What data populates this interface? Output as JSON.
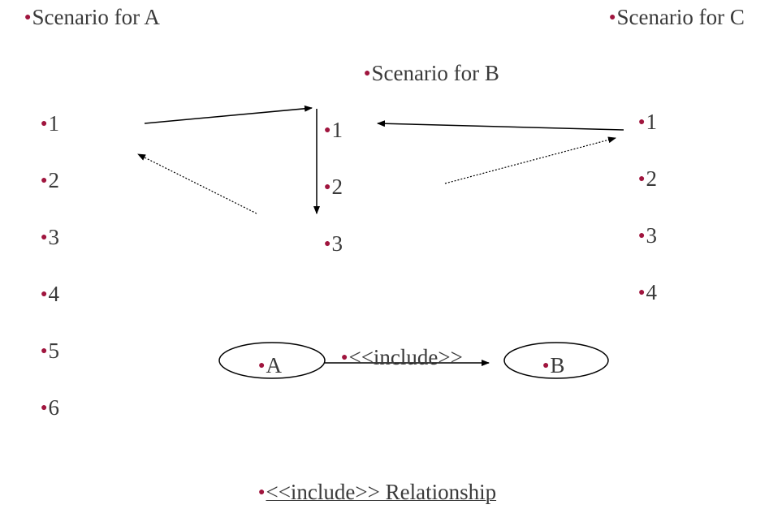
{
  "scenarios": {
    "a": {
      "title": "Scenario for A",
      "steps": [
        "1",
        "2",
        "3",
        "4",
        "5",
        "6"
      ]
    },
    "b": {
      "title": "Scenario for B",
      "steps": [
        "1",
        "2",
        "3"
      ]
    },
    "c": {
      "title": "Scenario for C",
      "steps": [
        "1",
        "2",
        "3",
        "4"
      ]
    }
  },
  "usecases": {
    "a": "A",
    "b": "B"
  },
  "relation_label": "<<include>>",
  "caption": "<<include>> Relationship",
  "colors": {
    "bullet": "#a0153e",
    "text": "#3a3a3a",
    "line": "#000000"
  }
}
